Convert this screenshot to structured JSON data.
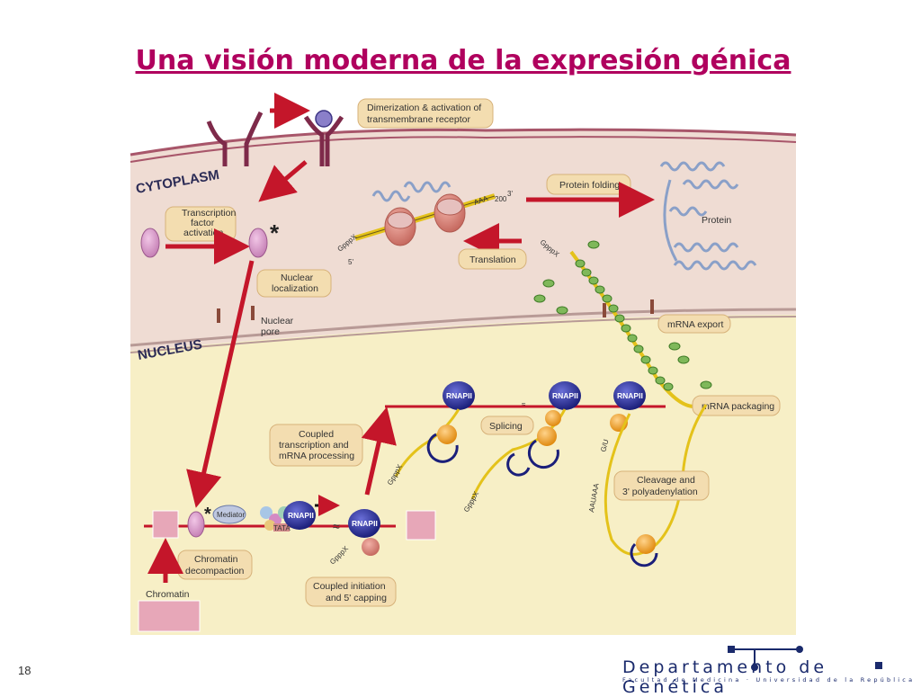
{
  "slide": {
    "title": "Una visión moderna de la expresión génica",
    "number": "18"
  },
  "logo": {
    "name": "Departamento de Genética",
    "subtitle": "Facultad de Medicina · Universidad de la República"
  },
  "diagram": {
    "compartments": {
      "cytoplasm": "CYTOPLASM",
      "nucleus": "NUCLEUS"
    },
    "labels": {
      "dimerization_line1": "Dimerization & activation of",
      "dimerization_line2": "transmembrane receptor",
      "transcription_line1": "Transcription",
      "transcription_line2": "factor",
      "transcription_line3": "activation",
      "nuclear_loc_line1": "Nuclear",
      "nuclear_loc_line2": "localization",
      "nuclear_pore_line1": "Nuclear",
      "nuclear_pore_line2": "pore",
      "protein_folding": "Protein folding",
      "protein": "Protein",
      "translation": "Translation",
      "mrna_export": "mRNA export",
      "mrna_packaging": "mRNA packaging",
      "splicing": "Splicing",
      "coupled_tx_line1": "Coupled",
      "coupled_tx_line2": "transcription and",
      "coupled_tx_line3": "mRNA processing",
      "cleavage_line1": "Cleavage and",
      "cleavage_line2": "3' polyadenylation",
      "chromatin_decomp_line1": "Chromatin",
      "chromatin_decomp_line2": "decompaction",
      "chromatin": "Chromatin",
      "coupled_init_line1": "Coupled initiation",
      "coupled_init_line2": "and 5' capping",
      "mediator": "Mediator",
      "tata": "TATA",
      "rnap_small": "RNAPII",
      "cap": "GpppX",
      "polya": "AAA",
      "polya_sub": "200",
      "three_prime": "3'",
      "five_prime": "5'",
      "aauaaa": "AAUAAA",
      "gu": "G/U",
      "asterisk": "*"
    },
    "rnap_label": "RNAPII"
  }
}
